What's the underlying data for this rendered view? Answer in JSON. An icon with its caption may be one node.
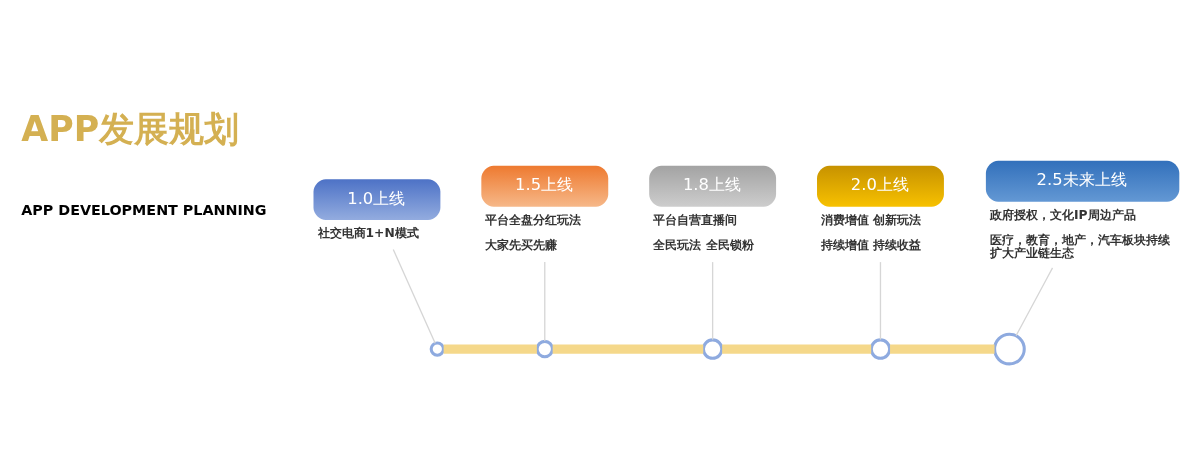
{
  "diagram": {
    "title": "APP发展规划",
    "nodes": [
      {
        "text": [
          "1.0上线"
        ],
        "beside": [
          "社交电商1+N模式"
        ]
      },
      {
        "text": [
          "1.5上线"
        ],
        "beside": [
          "平台全盘分红玩法",
          "大家先买先赚"
        ]
      },
      {
        "text": [
          "1.8上线"
        ],
        "beside": [
          "平台自营直播间",
          "全民玩法 全民锁粉"
        ]
      },
      {
        "text": [
          "2.0上线"
        ],
        "beside": [
          "消费增值 创新玩法",
          "持续增值 持续收益"
        ]
      },
      {
        "text": [
          "2.5未来上线"
        ],
        "beside": [
          "政府授权，文化IP周边产品",
          "医疗，教育，地产，汽车板块持续扩大产业链生态"
        ]
      },
      {
        "text": [],
        "shape": "circle"
      },
      {
        "text": [],
        "shape": "circle"
      },
      {
        "text": [],
        "shape": "circle"
      },
      {
        "text": [],
        "shape": "circle"
      },
      {
        "text": [],
        "shape": "circle"
      }
    ],
    "edges": [
      {
        "from": 0,
        "to": 5,
        "arrow": "none"
      },
      {
        "from": 1,
        "to": 6,
        "arrow": "none"
      },
      {
        "from": 2,
        "to": 7,
        "arrow": "none"
      },
      {
        "from": 3,
        "to": 8,
        "arrow": "none"
      },
      {
        "from": 4,
        "to": 9,
        "arrow": "none"
      },
      {
        "from": 5,
        "to": 6,
        "arrow": "none",
        "style": "thick",
        "color": "#f5d88a"
      },
      {
        "from": 6,
        "to": 7,
        "arrow": "none",
        "style": "thick",
        "color": "#f5d88a"
      },
      {
        "from": 7,
        "to": 8,
        "arrow": "none",
        "style": "thick",
        "color": "#f5d88a"
      },
      {
        "from": 8,
        "to": 9,
        "arrow": "none",
        "style": "thick",
        "color": "#f5d88a"
      }
    ],
    "labels": [
      "APP DEVELOPMENT PLANNING"
    ]
  }
}
